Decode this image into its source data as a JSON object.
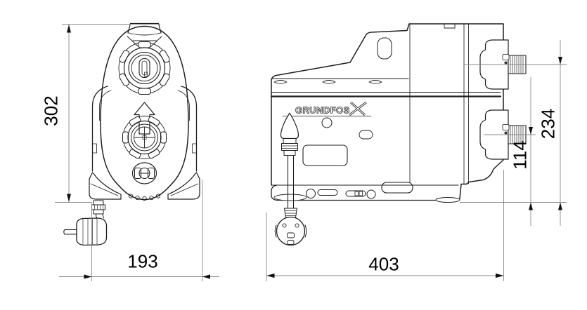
{
  "drawing": {
    "brand_label": "GRUNDFOS",
    "colors": {
      "outline": "#1f1f1f",
      "dimension_line": "#8a8a8a",
      "dimension_text": "#000000",
      "logo_stroke": "#333333",
      "background": "#ffffff"
    },
    "dimensions": {
      "front_height": "302",
      "front_width": "193",
      "side_length": "403",
      "outlet_port_height": "234",
      "inlet_port_height": "114"
    }
  }
}
